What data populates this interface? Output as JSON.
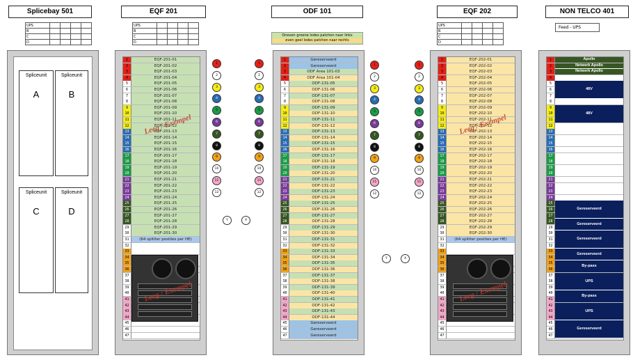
{
  "titles": {
    "splicebay": "Splicebay 501",
    "eqf201": "EQF 201",
    "odf": "ODF 101",
    "eqf202": "EQF 202",
    "nontelco": "NON TELCO 401"
  },
  "ups_table": [
    "UPS",
    "B",
    "C",
    "D"
  ],
  "feed_label": "Feed - UPS",
  "odf_note": {
    "line1": "Oneven groene lodes patchen naar links",
    "line2": "even geel lodes patchen naar rechts"
  },
  "splice_units": [
    {
      "title": "Spliceunit",
      "letter": "A"
    },
    {
      "title": "Spliceunit",
      "letter": "B"
    },
    {
      "title": "Spliceunit",
      "letter": "C"
    },
    {
      "title": "Spliceunit",
      "letter": "D"
    }
  ],
  "stamp_text": "Leeg / Exempel",
  "splitter_label": "(64 splitter posities per HE)",
  "eqf201_units": [
    "EQF-201-01",
    "EQF-201-02",
    "EQF-201-03",
    "EQF-201-04",
    "EQF-201-05",
    "EQF-201-06",
    "EQF-201-07",
    "EQF-201-08",
    "EQF-201-09",
    "EQF-201-10",
    "EQF-201-11",
    "EQF-201-12",
    "EQF-201-13",
    "EQF-201-14",
    "EQF-201-15",
    "EQF-201-16",
    "EQF-201-17",
    "EQF-201-18",
    "EQF-201-19",
    "EQF-201-20",
    "EQF-201-21",
    "EQF-201-22",
    "EQF-201-23",
    "EQF-201-24",
    "EQF-201-25",
    "EQF-201-26",
    "EQF-201-27",
    "EQF-201-28",
    "EQF-201-29",
    "EQF-201-30"
  ],
  "eqf202_units": [
    "EQF-202-01",
    "EQF-202-02",
    "EQF-202-03",
    "EQF-202-04",
    "EQF-202-05",
    "EQF-202-06",
    "EQF-202-07",
    "EQF-202-08",
    "EQF-202-09",
    "EQF-202-10",
    "EQF-202-11",
    "EQF-202-12",
    "EQF-202-13",
    "EQF-202-14",
    "EQF-202-15",
    "EQF-202-16",
    "EQF-202-17",
    "EQF-202-18",
    "EQF-202-19",
    "EQF-202-20",
    "EQF-202-21",
    "EQF-202-22",
    "EQF-202-23",
    "EQF-202-24",
    "EQF-202-25",
    "EQF-202-26",
    "EQF-202-27",
    "EQF-202-28",
    "EQF-202-29",
    "EQF-202-30"
  ],
  "odf_units": [
    "Gereserveerd",
    "Gereserveerd",
    "ODF Area 101-03",
    "ODF Area 101-04",
    "ODF-131-05",
    "ODF-131-06",
    "ODF-131-07",
    "ODF-131-08",
    "ODF-131-09",
    "ODF-131-10",
    "ODF-131-11",
    "ODF-131-12",
    "ODF-131-13",
    "ODF-131-14",
    "ODF-131-15",
    "ODF-131-16",
    "ODF-131-17",
    "ODF-131-18",
    "ODF-131-19",
    "ODF-131-20",
    "ODF-131-21",
    "ODF-131-22",
    "ODF-131-23",
    "ODF-131-24",
    "ODF-131-25",
    "ODF-131-26",
    "ODF-131-27",
    "ODF-131-28",
    "ODF-131-29",
    "ODF-131-30",
    "ODF-131-31",
    "ODF-131-32",
    "ODF-131-33",
    "ODF-131-34",
    "ODF-131-35",
    "ODF-131-36",
    "ODF-131-37",
    "ODF-131-38",
    "ODF-131-39",
    "ODF-131-40",
    "ODF-131-41",
    "ODF-131-42",
    "ODF-131-43",
    "ODF-131-44",
    "Gereserveerd",
    "Gereserveerd",
    "Gereserveerd"
  ],
  "nontelco_blocks": [
    {
      "label": "Apollo",
      "start": 1,
      "span": 1,
      "color": "#375623"
    },
    {
      "label": "Netwerk Apollo",
      "start": 2,
      "span": 1,
      "color": "#375623"
    },
    {
      "label": "Netwerk Apollo",
      "start": 3,
      "span": 1,
      "color": "#375623"
    },
    {
      "label": "48V",
      "start": 5,
      "span": 3,
      "color": "#0a1f5c"
    },
    {
      "label": "48V",
      "start": 9,
      "span": 3,
      "color": "#0a1f5c"
    },
    {
      "label": "Gereserveerd",
      "start": 25,
      "span": 3,
      "color": "#0a1f5c"
    },
    {
      "label": "Gereserveerd",
      "start": 28,
      "span": 2,
      "color": "#0a1f5c"
    },
    {
      "label": "Gereserveerd",
      "start": 30,
      "span": 3,
      "color": "#0a1f5c"
    },
    {
      "label": "Gereserveerd",
      "start": 33,
      "span": 2,
      "color": "#0a1f5c"
    },
    {
      "label": "By-pass",
      "start": 35,
      "span": 2,
      "color": "#0a1f5c"
    },
    {
      "label": "UPS",
      "start": 37,
      "span": 3,
      "color": "#0a1f5c"
    },
    {
      "label": "By-pass",
      "start": 40,
      "span": 2,
      "color": "#0a1f5c"
    },
    {
      "label": "UPS",
      "start": 42,
      "span": 3,
      "color": "#0a1f5c"
    },
    {
      "label": "Gereserveerd",
      "start": 45,
      "span": 3,
      "color": "#0a1f5c"
    }
  ],
  "unit_colors": [
    "#e32119",
    "#e32119",
    "#e32119",
    "#e32119",
    "#ffffff",
    "#ffffff",
    "#ffffff",
    "#ffffff",
    "#f3ec19",
    "#f3ec19",
    "#f3ec19",
    "#f3ec19",
    "#2a6cb3",
    "#2a6cb3",
    "#2a6cb3",
    "#2a6cb3",
    "#1c9a48",
    "#1c9a48",
    "#1c9a48",
    "#1c9a48",
    "#7a3a9a",
    "#7a3a9a",
    "#7a3a9a",
    "#7a3a9a",
    "#375623",
    "#375623",
    "#375623",
    "#375623",
    "#ffffff",
    "#ffffff",
    "#ffffff",
    "#ffffff",
    "#f0a21a",
    "#f0a21a",
    "#f0a21a",
    "#f0a21a",
    "#ffffff",
    "#ffffff",
    "#ffffff",
    "#ffffff",
    "#f4a7c8",
    "#f4a7c8",
    "#f4a7c8",
    "#f4a7c8",
    "#ffffff",
    "#ffffff",
    "#ffffff"
  ],
  "dots_eqf201": [
    {
      "t": "1",
      "c": "#e32119"
    },
    {
      "t": "2",
      "c": "#ffffff"
    },
    {
      "t": "3",
      "c": "#f3ec19"
    },
    {
      "t": "4",
      "c": "#2a6cb3"
    },
    {
      "t": "5",
      "c": "#1c9a48"
    },
    {
      "t": "6",
      "c": "#7a3a9a"
    },
    {
      "t": "7",
      "c": "#375623"
    },
    {
      "t": "8",
      "c": "#111111"
    },
    {
      "t": "9",
      "c": "#f0a21a"
    },
    {
      "t": "10",
      "c": "#ffffff"
    },
    {
      "t": "11",
      "c": "#f4a7c8"
    },
    {
      "t": "12",
      "c": "#ffffff"
    }
  ],
  "dots_eqf201_b": [
    {
      "t": "1",
      "c": "#e32119"
    },
    {
      "t": "2",
      "c": "#ffffff"
    },
    {
      "t": "3",
      "c": "#f3ec19"
    },
    {
      "t": "4",
      "c": "#2a6cb3"
    },
    {
      "t": "5",
      "c": "#1c9a48"
    },
    {
      "t": "6",
      "c": "#7a3a9a"
    },
    {
      "t": "7",
      "c": "#375623"
    },
    {
      "t": "8",
      "c": "#111111"
    },
    {
      "t": "9",
      "c": "#f0a21a"
    },
    {
      "t": "10",
      "c": "#ffffff"
    },
    {
      "t": "11",
      "c": "#f4a7c8"
    },
    {
      "t": "12",
      "c": "#ffffff"
    }
  ],
  "xy_labels": [
    "Y",
    "X"
  ]
}
